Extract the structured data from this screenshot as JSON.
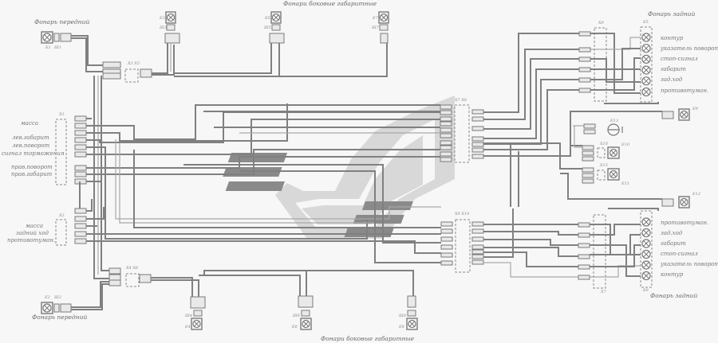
{
  "diagram": {
    "type": "wiring-schematic",
    "subject": "vehicle external lighting",
    "titles": {
      "side_markers_top": "Фонари боковые габаритные",
      "side_markers_bottom": "Фонари боковые габаритные",
      "front_lamp_left_top": "Фонарь передний",
      "front_lamp_left_bottom": "Фонарь передний",
      "rear_lamp_top": "Фонарь задний",
      "rear_lamp_bottom": "Фонарь задний"
    },
    "component_ids": {
      "front_lamp_top": "E1",
      "front_lamp_top_conn": "Ш1",
      "front_lamp_bottom": "E2",
      "front_lamp_bottom_conn": "Ш2",
      "side_top": [
        "E3",
        "E5",
        "E7"
      ],
      "side_top_conn": [
        "Ш3",
        "Ш5",
        "Ш7"
      ],
      "side_bottom": [
        "E4",
        "E6",
        "E8"
      ],
      "side_bottom_conn": [
        "Ш4",
        "Ш6",
        "Ш8"
      ],
      "rear_top": "E5",
      "rear_bottom": "E6",
      "connectors": {
        "x1": "X1",
        "x2": "X2",
        "x3x5": "X3 X5",
        "x4x6": "X4 X6",
        "x7x8": "X7 X8",
        "x9x10": "X9 X10",
        "x9": "X9",
        "x7": "X7",
        "x15": "X15",
        "x16": "X16"
      },
      "lamps_right": [
        "E9",
        "E10",
        "E11",
        "E12"
      ],
      "ground": "E13"
    },
    "x1_labels": [
      "масса",
      "лев.габарит",
      "лев.поворот",
      "сигнал торможения",
      "прав.поворот",
      "прав.габарит"
    ],
    "x2_labels": [
      "масса",
      "задний ход",
      "противотуман."
    ],
    "rear_top_labels": [
      "контур",
      "указатель поворота",
      "стоп-сигнал",
      "габарит",
      "зад.ход",
      "противотуман."
    ],
    "rear_bottom_labels": [
      "противотуман.",
      "зад.ход",
      "габарит",
      "стоп-сигнал",
      "указатель поворота",
      "контур"
    ]
  }
}
